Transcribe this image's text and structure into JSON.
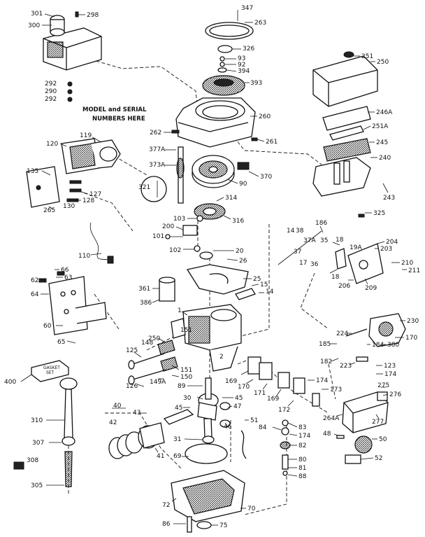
{
  "note": {
    "line1": "MODEL and SERIAL",
    "line2": "NUMBERS HERE"
  },
  "gasket_set": {
    "line1": "GASKET",
    "line2": "SET"
  },
  "labels": {
    "l301": "301",
    "l298": "298",
    "l300": "300",
    "l347": "347",
    "l263": "263",
    "l326": "326",
    "l93": "93",
    "l92": "92",
    "l394": "394",
    "l393": "393",
    "l251": "251",
    "l250": "250",
    "l292a": "292",
    "l290": "290",
    "l292b": "292",
    "l260": "260",
    "l262": "262",
    "l261": "261",
    "l246A": "246A",
    "l251A": "251A",
    "l245": "245",
    "l119": "119",
    "l120": "120",
    "l377A": "377A",
    "l373A": "373A",
    "l370": "370",
    "l240": "240",
    "l135": "135",
    "l90": "90",
    "l321": "321",
    "l127": "127",
    "l128": "128",
    "l130": "130",
    "l265": "265",
    "l243": "243",
    "l314": "314",
    "l325": "325",
    "l316": "316",
    "l103": "103",
    "l186": "186",
    "l14a": "14",
    "l38": "38",
    "l200": "200",
    "l101": "101",
    "l37A": "37A",
    "l35": "35",
    "l18a": "18",
    "l204": "204",
    "l19A": "19A",
    "l203": "203",
    "l102": "102",
    "l37": "37",
    "l110": "110",
    "l20": "20",
    "l26": "26",
    "l17": "17",
    "l36": "36",
    "l210": "210",
    "l211": "211",
    "l18b": "18",
    "l62": "62",
    "l66": "66",
    "l63": "63",
    "l25": "25",
    "l206": "206",
    "l209": "209",
    "l361": "361",
    "l15": "15",
    "l64": "64",
    "l14b": "14",
    "l386": "386",
    "l1": "1",
    "l230": "230",
    "l60": "60",
    "l151a": "151",
    "l224": "224",
    "l170a": "170",
    "l65": "65",
    "l250b": "250",
    "l185": "185",
    "l184": "184",
    "l380": "380",
    "l148": "148",
    "l125": "125",
    "l2": "2",
    "l182": "182",
    "l223": "223",
    "l123": "123",
    "l174a": "174",
    "l400": "400",
    "l151b": "151",
    "l150": "150",
    "l126": "126",
    "l149A": "149A",
    "l169a": "169",
    "l170b": "170",
    "l171": "171",
    "l174b": "174",
    "l89": "89",
    "l30": "30",
    "l169b": "169",
    "l173": "173",
    "l275": "275",
    "l276": "276",
    "l172": "172",
    "l45a": "45",
    "l45b": "45",
    "l40": "40",
    "l43": "43",
    "l47": "47",
    "l264A": "264A",
    "l277": "277",
    "l310": "310",
    "l42": "42",
    "l46": "46",
    "l51": "51",
    "l83": "83",
    "l84": "84",
    "l174c": "174",
    "l48": "48",
    "l50": "50",
    "l82": "82",
    "l31": "31",
    "l307": "307",
    "l41": "41",
    "l69": "69",
    "l80": "80",
    "l52": "52",
    "l308": "308",
    "l81": "81",
    "l88": "88",
    "l305": "305",
    "l72": "72",
    "l70": "70",
    "l86": "86",
    "l75": "75"
  }
}
